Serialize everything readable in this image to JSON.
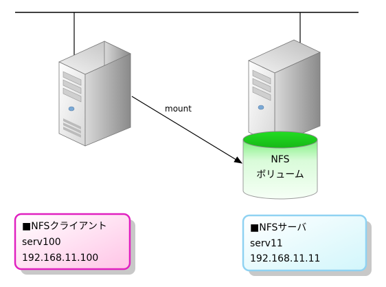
{
  "edge_label": "mount",
  "volume": {
    "line1": "NFS",
    "line2": "ボリューム"
  },
  "client_box": {
    "title": "■NFSクライアント",
    "hostname": "serv100",
    "ip": "192.168.11.100",
    "border_color": "#e020c0",
    "fill_color": "#ffd6ec"
  },
  "server_box": {
    "title": "■NFSサーバ",
    "hostname": "serv11",
    "ip": "192.168.11.11",
    "border_color": "#8fd2f2",
    "fill_color": "#e6fafd"
  },
  "volume_colors": {
    "top": "#1ec81e",
    "body_light": "#eaffea"
  }
}
